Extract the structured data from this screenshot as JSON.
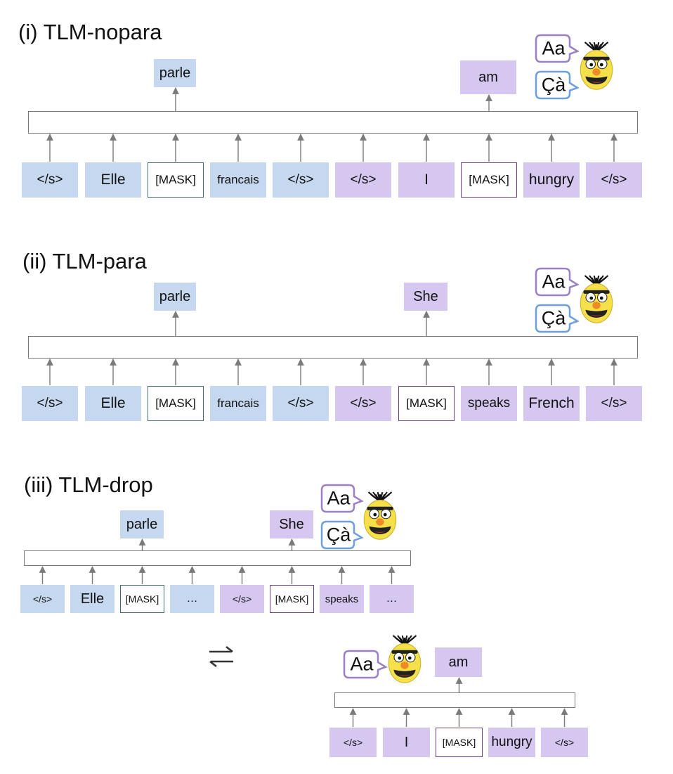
{
  "sections": [
    {
      "title": "(i) TLM-nopara",
      "inputs": [
        {
          "text": "</s>",
          "color": "blue",
          "mask": false
        },
        {
          "text": "Elle",
          "color": "blue",
          "mask": false
        },
        {
          "text": "[MASK]",
          "color": "blue",
          "mask": true
        },
        {
          "text": "francais",
          "color": "blue",
          "mask": false
        },
        {
          "text": "</s>",
          "color": "blue",
          "mask": false
        },
        {
          "text": "</s>",
          "color": "purple",
          "mask": false
        },
        {
          "text": "I",
          "color": "purple",
          "mask": false
        },
        {
          "text": "[MASK]",
          "color": "purple",
          "mask": true
        },
        {
          "text": "hungry",
          "color": "purple",
          "mask": false
        },
        {
          "text": "</s>",
          "color": "purple",
          "mask": false
        }
      ],
      "outputs": [
        {
          "text": "parle",
          "color": "blue"
        },
        {
          "text": "am",
          "color": "purple"
        }
      ],
      "bubbles": [
        "Aa",
        "Çà"
      ]
    },
    {
      "title": "(ii) TLM-para",
      "inputs": [
        {
          "text": "</s>",
          "color": "blue",
          "mask": false
        },
        {
          "text": "Elle",
          "color": "blue",
          "mask": false
        },
        {
          "text": "[MASK]",
          "color": "blue",
          "mask": true
        },
        {
          "text": "francais",
          "color": "blue",
          "mask": false
        },
        {
          "text": "</s>",
          "color": "blue",
          "mask": false
        },
        {
          "text": "</s>",
          "color": "purple",
          "mask": false
        },
        {
          "text": "[MASK]",
          "color": "purple",
          "mask": true
        },
        {
          "text": "speaks",
          "color": "purple",
          "mask": false
        },
        {
          "text": "French",
          "color": "purple",
          "mask": false
        },
        {
          "text": "</s>",
          "color": "purple",
          "mask": false
        }
      ],
      "outputs": [
        {
          "text": "parle",
          "color": "blue"
        },
        {
          "text": "She",
          "color": "purple"
        }
      ],
      "bubbles": [
        "Aa",
        "Çà"
      ]
    },
    {
      "title": "(iii) TLM-drop",
      "inputs": [
        {
          "text": "</s>",
          "color": "blue",
          "mask": false
        },
        {
          "text": "Elle",
          "color": "blue",
          "mask": false
        },
        {
          "text": "[MASK]",
          "color": "blue",
          "mask": true
        },
        {
          "text": "…",
          "color": "blue",
          "mask": false
        },
        {
          "text": "</s>",
          "color": "purple",
          "mask": false
        },
        {
          "text": "[MASK]",
          "color": "purple",
          "mask": true
        },
        {
          "text": "speaks",
          "color": "purple",
          "mask": false
        },
        {
          "text": "…",
          "color": "purple",
          "mask": false
        }
      ],
      "outputs": [
        {
          "text": "parle",
          "color": "blue"
        },
        {
          "text": "She",
          "color": "purple"
        }
      ],
      "bubbles": [
        "Aa",
        "Çà"
      ]
    },
    {
      "title": "",
      "inputs": [
        {
          "text": "</s>",
          "color": "purple",
          "mask": false
        },
        {
          "text": "I",
          "color": "purple",
          "mask": false
        },
        {
          "text": "[MASK]",
          "color": "purple",
          "mask": true
        },
        {
          "text": "hungry",
          "color": "purple",
          "mask": false
        },
        {
          "text": "</s>",
          "color": "purple",
          "mask": false
        }
      ],
      "outputs": [
        {
          "text": "am",
          "color": "purple"
        }
      ],
      "bubbles": [
        "Aa"
      ]
    }
  ],
  "swap_icon": "swap-arrows-icon",
  "colors": {
    "blue": "#c6d8ef",
    "purple": "#d6c7f0",
    "bubble_blue": "#6d9fe0",
    "bubble_purple": "#9b80c7",
    "bert_yellow": "#f6e04a",
    "bert_nose": "#f08a24",
    "arrow": "#7a7a7a"
  }
}
